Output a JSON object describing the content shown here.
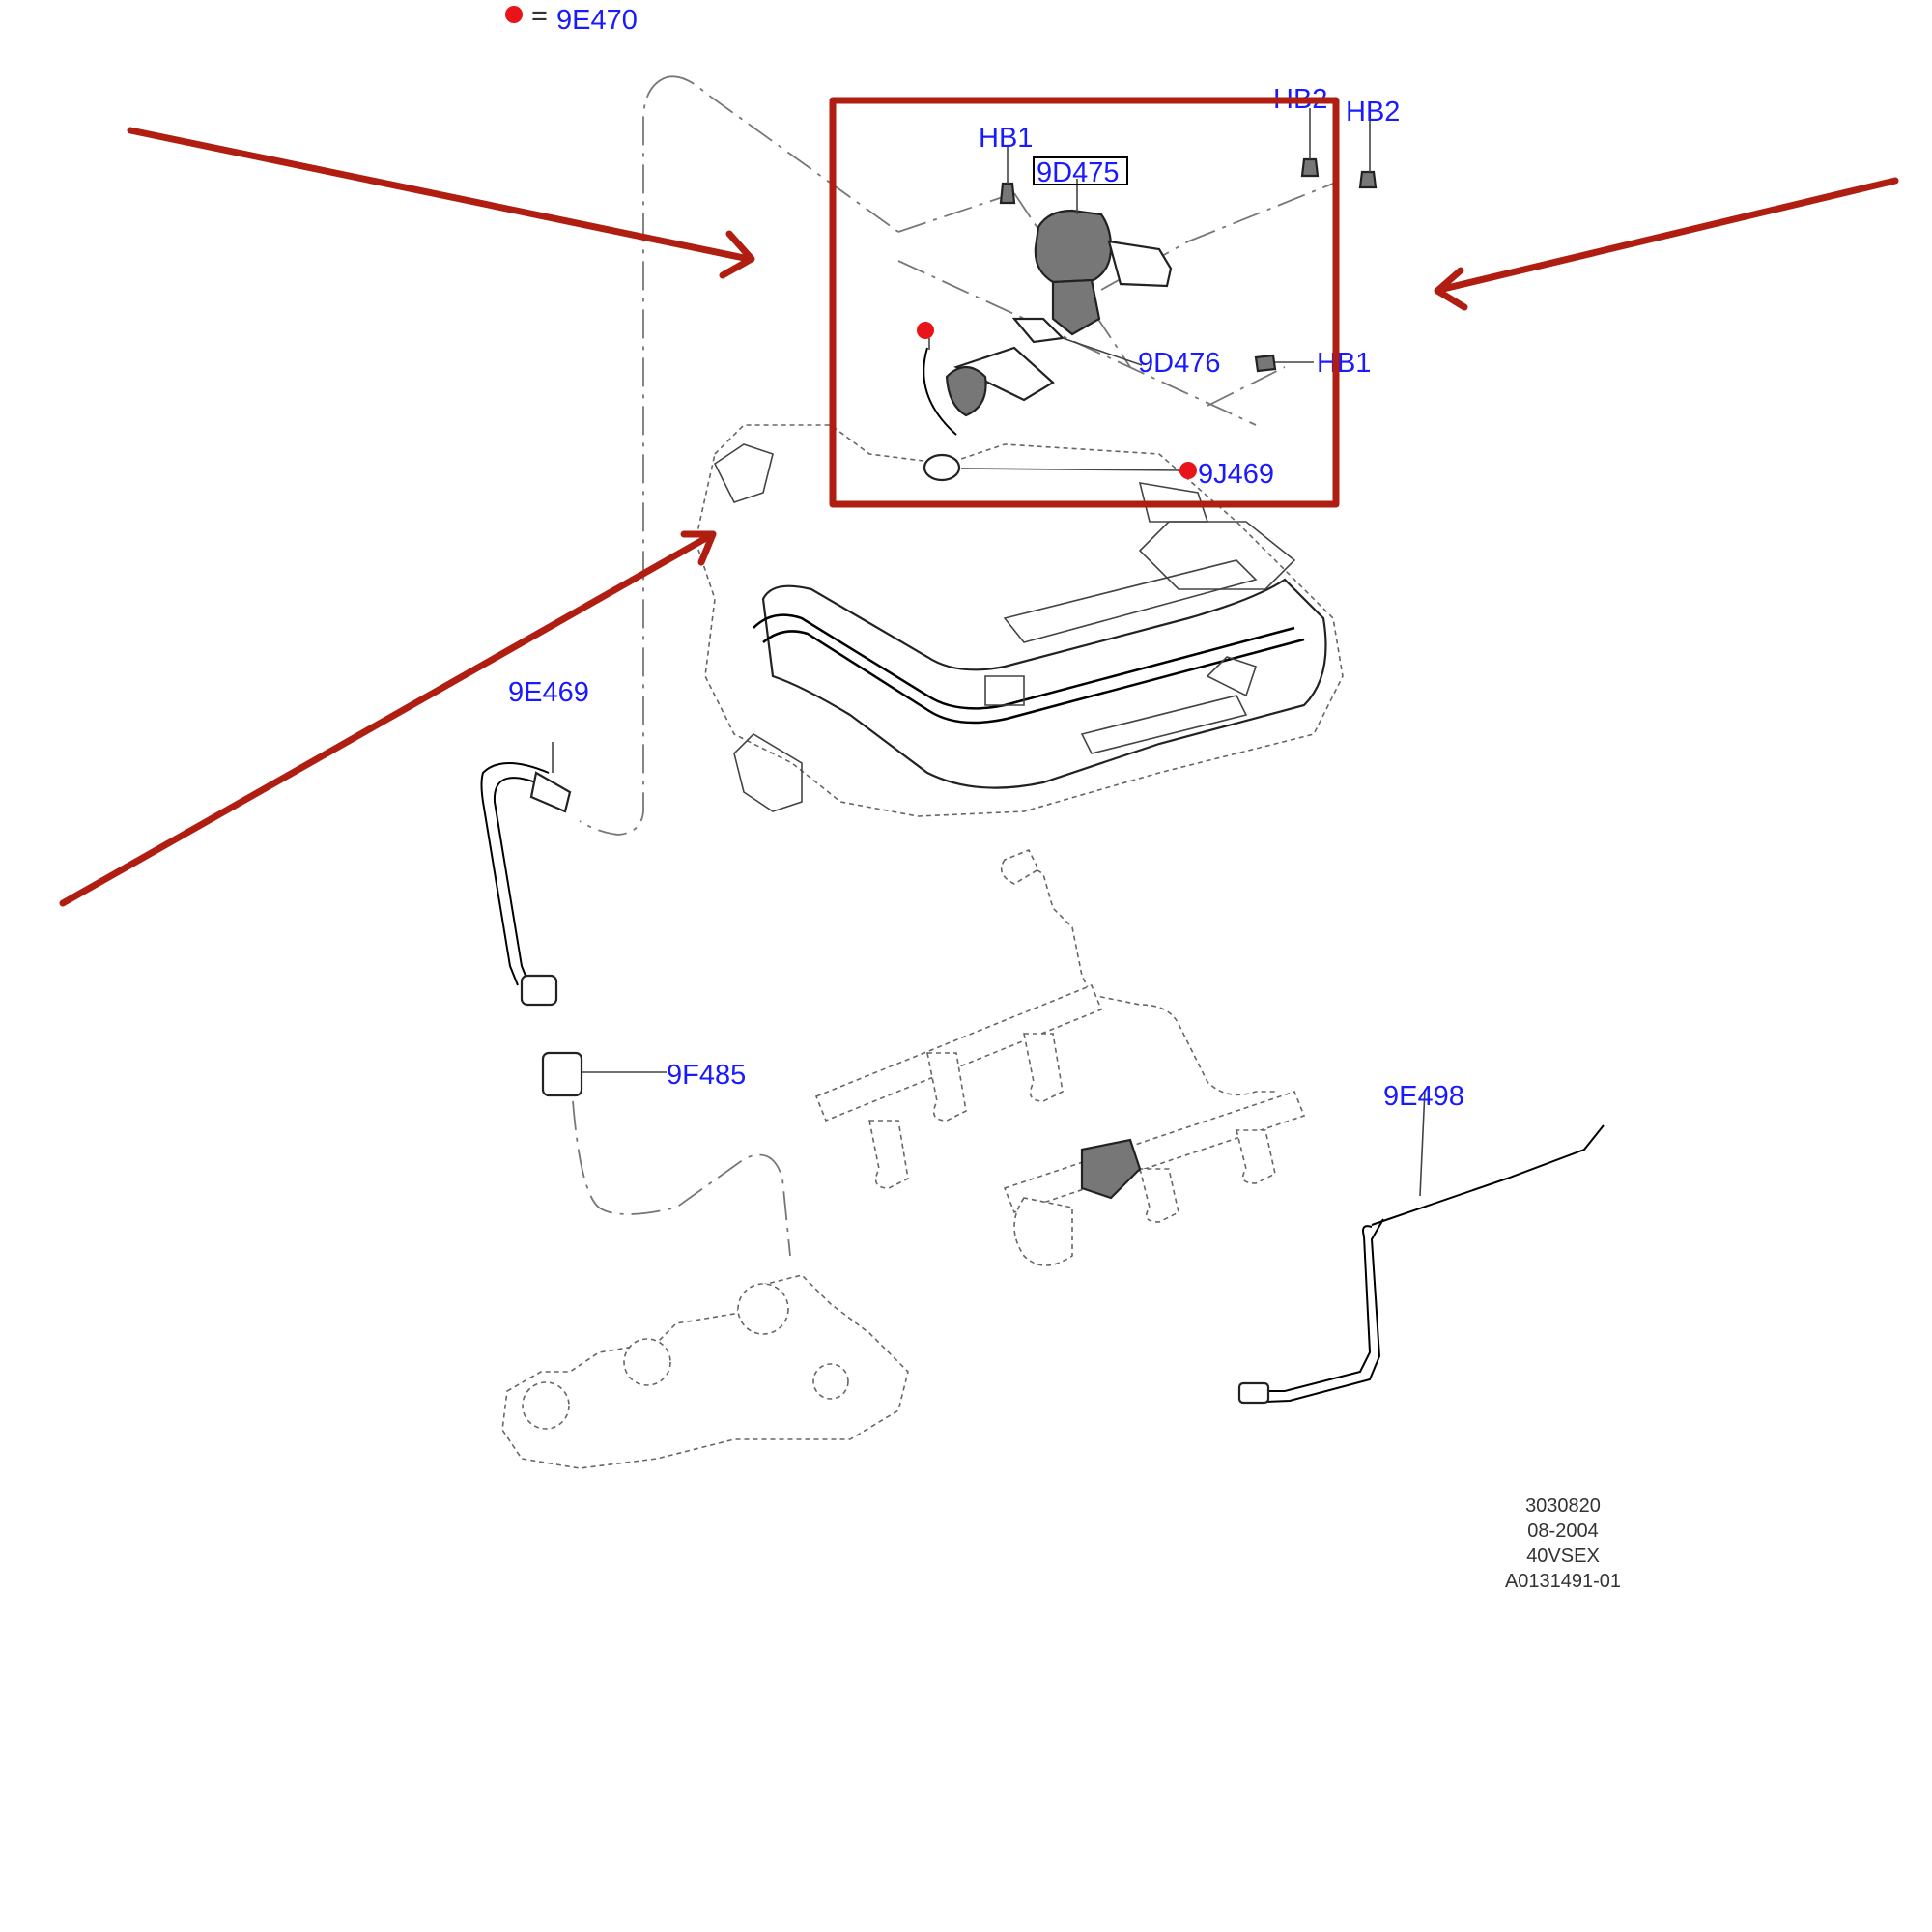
{
  "legend": {
    "marker_color": "#e8141a",
    "equals": "=",
    "part": "9E470"
  },
  "parts": {
    "hb1_top": "HB1",
    "d475": "9D475",
    "hb2_a": "HB2",
    "hb2_b": "HB2",
    "d476": "9D476",
    "hb1_right": "HB1",
    "j469": "9J469",
    "e469": "9E469",
    "f485": "9F485",
    "e498": "9E498"
  },
  "footer": {
    "line1": "3030820",
    "line2": "08-2004",
    "line3": "40VSEX",
    "line4": "A0131491-01"
  },
  "annotation_color": "#b01e12",
  "label_color": "#1a1aff"
}
